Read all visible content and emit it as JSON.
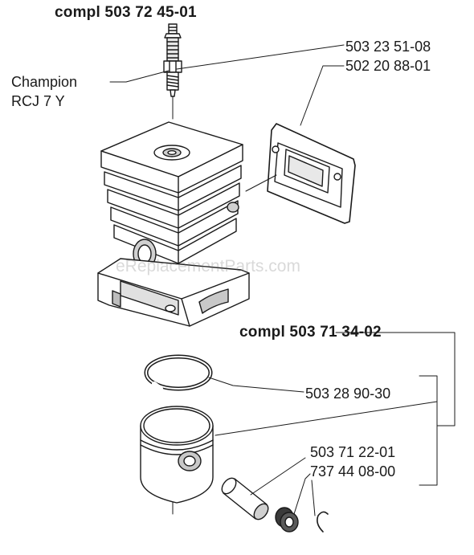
{
  "labels": {
    "kit_top": "compl 503 72 45-01",
    "plug_brand": "Champion",
    "plug_model": "RCJ 7 Y",
    "gasket_a": "503 23 51-08",
    "gasket_b": "502 20 88-01",
    "kit_piston": "compl 503 71 34-02",
    "ring": "503 28 90-30",
    "pin": "503 71 22-01",
    "circlip": "737 44 08-00"
  },
  "watermark": "eReplacementParts.com",
  "colors": {
    "line": "#1a1a1a",
    "shade": "#d0d0d0",
    "dark": "#3a3a3a"
  }
}
